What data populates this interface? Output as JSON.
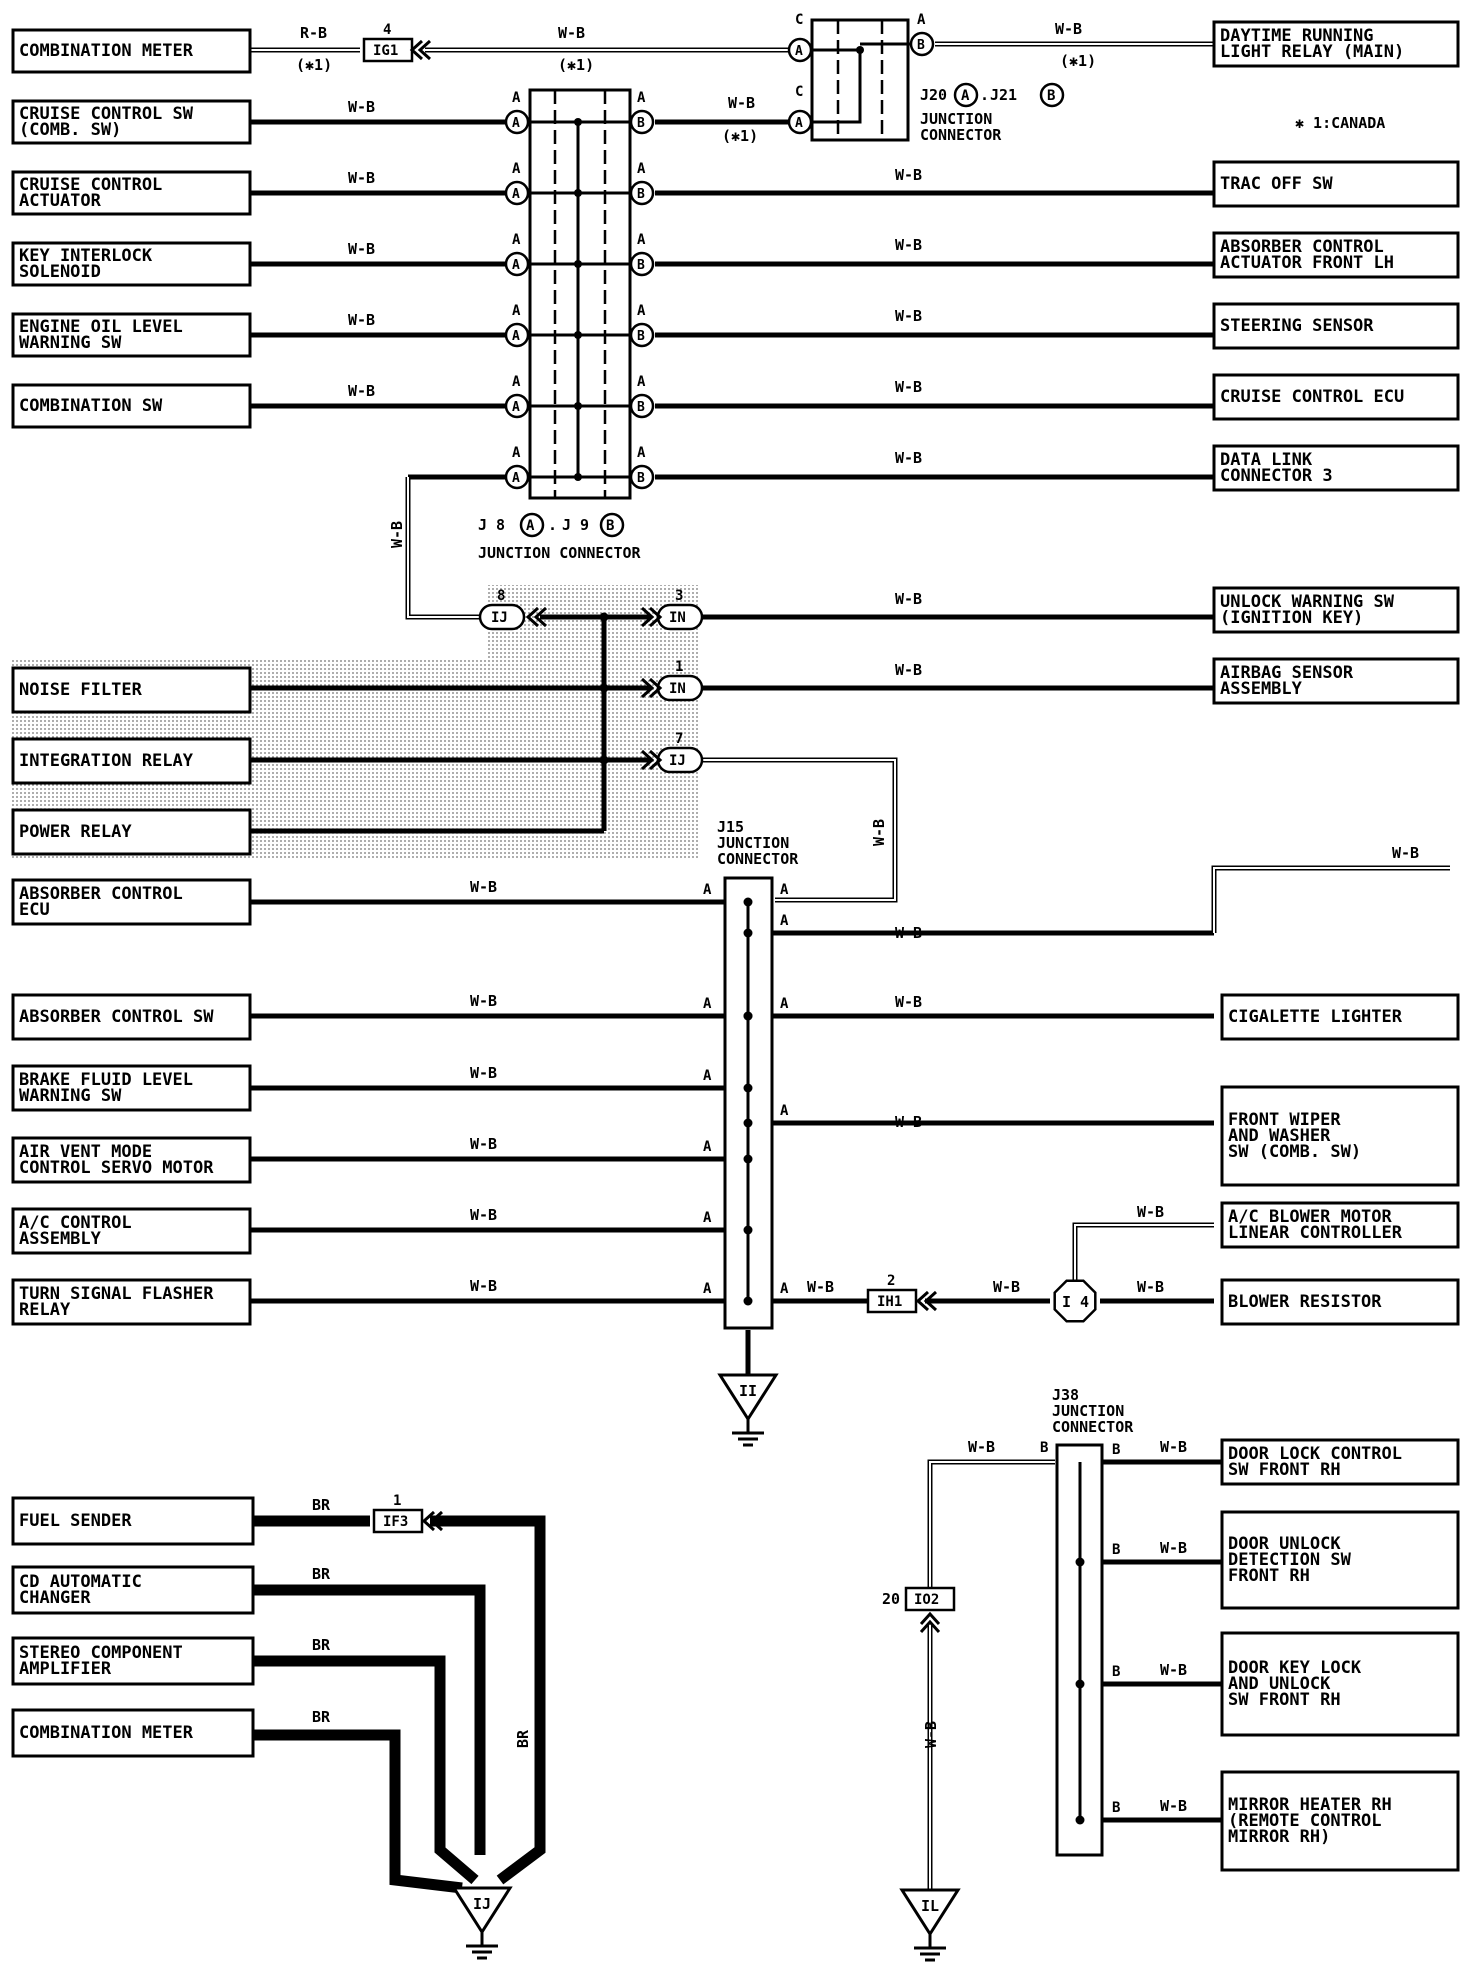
{
  "wire_colors": {
    "wb": "W-B",
    "rb": "R-B",
    "br": "BR"
  },
  "canada_note": "✱ 1:CANADA",
  "canada_tag": "(✱1)",
  "left_top": [
    {
      "id": "combination-meter-top",
      "lines": [
        "COMBINATION METER"
      ]
    },
    {
      "id": "cruise-control-sw",
      "lines": [
        "CRUISE CONTROL SW",
        "(COMB. SW)"
      ]
    },
    {
      "id": "cruise-control-actuator",
      "lines": [
        "CRUISE CONTROL",
        "ACTUATOR"
      ]
    },
    {
      "id": "key-interlock-solenoid",
      "lines": [
        "KEY INTERLOCK",
        "SOLENOID"
      ]
    },
    {
      "id": "engine-oil-level-warning-sw",
      "lines": [
        "ENGINE OIL LEVEL",
        "WARNING SW"
      ]
    },
    {
      "id": "combination-sw",
      "lines": [
        "COMBINATION SW"
      ]
    }
  ],
  "right_top": [
    {
      "id": "daytime-running-light-relay",
      "lines": [
        "DAYTIME RUNNING",
        "LIGHT RELAY (MAIN)"
      ]
    },
    {
      "id": "trac-off-sw",
      "lines": [
        "TRAC OFF SW"
      ]
    },
    {
      "id": "absorber-control-actuator",
      "lines": [
        "ABSORBER CONTROL",
        "ACTUATOR FRONT LH"
      ]
    },
    {
      "id": "steering-sensor",
      "lines": [
        "STEERING SENSOR"
      ]
    },
    {
      "id": "cruise-control-ecu",
      "lines": [
        "CRUISE CONTROL ECU"
      ]
    },
    {
      "id": "data-link-connector-3",
      "lines": [
        "DATA LINK",
        "CONNECTOR 3"
      ]
    },
    {
      "id": "unlock-warning-sw",
      "lines": [
        "UNLOCK WARNING SW",
        "(IGNITION KEY)"
      ]
    },
    {
      "id": "airbag-sensor-assembly",
      "lines": [
        "AIRBAG SENSOR",
        "ASSEMBLY"
      ]
    }
  ],
  "left_shaded": [
    {
      "id": "noise-filter",
      "lines": [
        "NOISE FILTER"
      ]
    },
    {
      "id": "integration-relay",
      "lines": [
        "INTEGRATION RELAY"
      ]
    },
    {
      "id": "power-relay",
      "lines": [
        "POWER RELAY"
      ]
    }
  ],
  "left_mid": [
    {
      "id": "absorber-control-ecu",
      "lines": [
        "ABSORBER CONTROL",
        "ECU"
      ]
    },
    {
      "id": "absorber-control-sw",
      "lines": [
        "ABSORBER CONTROL SW"
      ]
    },
    {
      "id": "brake-fluid-level-warning-sw",
      "lines": [
        "BRAKE FLUID LEVEL",
        "WARNING SW"
      ]
    },
    {
      "id": "air-vent-mode-control-servo-motor",
      "lines": [
        "AIR VENT MODE",
        "CONTROL SERVO MOTOR"
      ]
    },
    {
      "id": "ac-control-assembly",
      "lines": [
        "A/C CONTROL",
        "ASSEMBLY"
      ]
    },
    {
      "id": "turn-signal-flasher-relay",
      "lines": [
        "TURN SIGNAL FLASHER",
        "RELAY"
      ]
    }
  ],
  "right_mid": [
    {
      "id": "cigarette-lighter",
      "lines": [
        "CIGALETTE LIGHTER"
      ]
    },
    {
      "id": "front-wiper-and-washer-sw",
      "lines": [
        "FRONT WIPER",
        "AND WASHER",
        "SW (COMB. SW)"
      ]
    },
    {
      "id": "ac-blower-motor-linear-controller",
      "lines": [
        "A/C BLOWER MOTOR",
        "LINEAR CONTROLLER"
      ]
    },
    {
      "id": "blower-resistor",
      "lines": [
        "BLOWER RESISTOR"
      ]
    }
  ],
  "right_bottom": [
    {
      "id": "door-lock-control-sw",
      "lines": [
        "DOOR LOCK CONTROL",
        "SW FRONT RH"
      ]
    },
    {
      "id": "door-unlock-detection-sw",
      "lines": [
        "DOOR UNLOCK",
        "DETECTION SW",
        "FRONT RH"
      ]
    },
    {
      "id": "door-key-lock-and-unlock-sw",
      "lines": [
        "DOOR KEY LOCK",
        "AND UNLOCK",
        "SW FRONT RH"
      ]
    },
    {
      "id": "mirror-heater-rh",
      "lines": [
        "MIRROR HEATER RH",
        "(REMOTE CONTROL",
        "MIRROR RH)"
      ]
    }
  ],
  "left_bottom": [
    {
      "id": "fuel-sender",
      "lines": [
        "FUEL SENDER"
      ]
    },
    {
      "id": "cd-automatic-changer",
      "lines": [
        "CD AUTOMATIC",
        "CHANGER"
      ]
    },
    {
      "id": "stereo-component-amplifier",
      "lines": [
        "STEREO COMPONENT",
        "AMPLIFIER"
      ]
    },
    {
      "id": "combination-meter-bottom",
      "lines": [
        "COMBINATION METER"
      ]
    }
  ],
  "junctions": {
    "j8_j9": {
      "name": "J 8",
      "pa": "A",
      "sep": ".",
      "name2": "J 9",
      "pb": "B",
      "caption": "JUNCTION CONNECTOR"
    },
    "j20_j21": {
      "name": "J20",
      "pa": "A",
      "sep": ".",
      "name2": "J21",
      "pb": "B",
      "caption1": "JUNCTION",
      "caption2": "CONNECTOR"
    },
    "j15": {
      "lines": [
        "J15",
        "JUNCTION",
        "CONNECTOR"
      ]
    },
    "j38": {
      "lines": [
        "J38",
        "JUNCTION",
        "CONNECTOR"
      ]
    }
  },
  "connectors": {
    "ig1": {
      "code": "IG1",
      "pin": "4"
    },
    "ij8": {
      "code": "IJ",
      "pin": "8"
    },
    "in3": {
      "code": "IN",
      "pin": "3"
    },
    "in1": {
      "code": "IN",
      "pin": "1"
    },
    "ij7": {
      "code": "IJ",
      "pin": "7"
    },
    "ih1": {
      "code": "IH1",
      "pin": "2"
    },
    "i4": {
      "code": "I 4"
    },
    "if3": {
      "code": "IF3",
      "pin": "1"
    },
    "io2": {
      "code": "IO2",
      "pin": "20"
    }
  },
  "pins": {
    "a": "A",
    "b": "B",
    "c": "C"
  },
  "grounds": {
    "ii": "II",
    "ij": "IJ",
    "il": "IL"
  }
}
